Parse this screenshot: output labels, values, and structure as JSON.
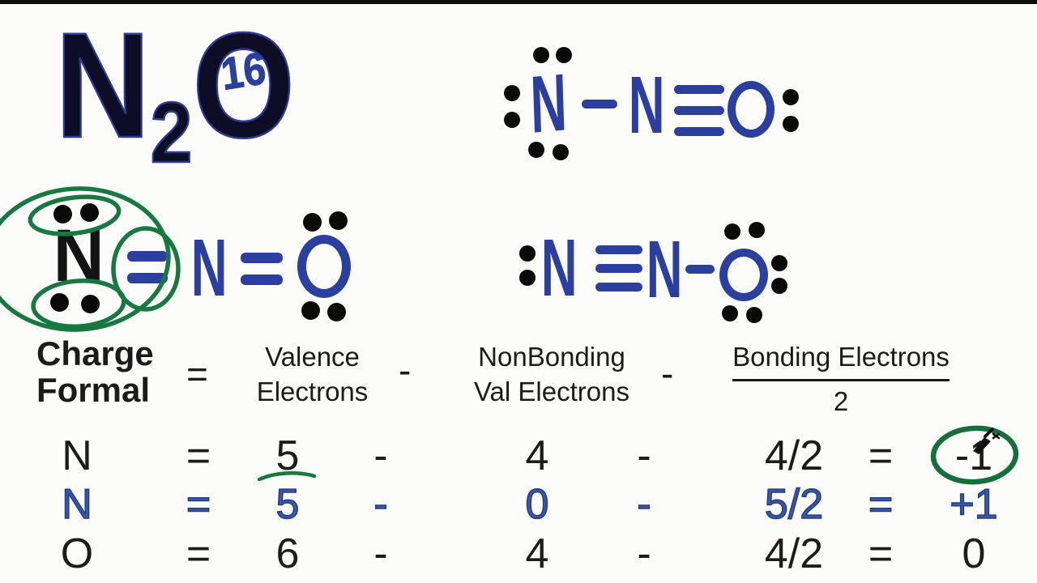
{
  "meta": {
    "description": "Whiteboard chemistry lesson: N2O Lewis structures and formal charge calculations"
  },
  "colors": {
    "background": "#fcfcfb",
    "top_bar": "#0c0c0c",
    "handwriting_blue": "#2b3f9e",
    "annotation_green": "#17793f",
    "typed_black": "#1b1b1b",
    "typed_blue": "#3a57a8",
    "title_ink": "#0d0d26"
  },
  "title": {
    "element1": "N",
    "subscript": "2",
    "element2": "O",
    "valence_electron_count": "16"
  },
  "structures": {
    "top_right": {
      "atom1": "N",
      "atom2": "N",
      "atom3": "O",
      "bond_1_2": "single",
      "bond_2_3": "triple",
      "lone_pairs_atom1": 3,
      "lone_pairs_atom3": 1
    },
    "mid_left": {
      "atom1": "N",
      "atom2": "N",
      "atom3": "O",
      "bond_1_2": "double",
      "bond_2_3": "double",
      "lone_pairs_atom1": 2,
      "lone_pairs_atom3": 2,
      "annotation": "lone pairs of left N and first double bond circled in green ink"
    },
    "mid_right": {
      "atom1": "N",
      "atom2": "N",
      "atom3": "O",
      "bond_1_2": "triple",
      "bond_2_3": "single",
      "lone_pairs_atom1": 1,
      "lone_pairs_atom3": 3
    }
  },
  "formula": {
    "lhs_line1": "Charge",
    "lhs_line2": "Formal",
    "equals": "=",
    "term1_line1": "Valence",
    "term1_line2": "Electrons",
    "minus1": "-",
    "term2_line1": "NonBonding",
    "term2_line2": "Val Electrons",
    "minus2": "-",
    "term3_numerator": "Bonding Electrons",
    "term3_denominator": "2"
  },
  "table": {
    "rows": [
      {
        "element": "N",
        "eq1": "=",
        "valence": "5",
        "minus1": "-",
        "nonbonding": "4",
        "minus2": "-",
        "bonding": "4/2",
        "eq2": "=",
        "result": "-1",
        "ink": "black",
        "annotations": [
          "green underline under valence 5",
          "green circle around result",
          "paintbrush cursor at circle"
        ]
      },
      {
        "element": "N",
        "eq1": "=",
        "valence": "5",
        "minus1": "-",
        "nonbonding": "0",
        "minus2": "-",
        "bonding": "5/2",
        "eq2": "=",
        "result": "+1",
        "ink": "blue"
      },
      {
        "element": "O",
        "eq1": "=",
        "valence": "6",
        "minus1": "-",
        "nonbonding": "4",
        "minus2": "-",
        "bonding": "4/2",
        "eq2": "=",
        "result": "0",
        "ink": "black"
      }
    ]
  },
  "icons": {
    "pen_cursor": "paintbrush-cursor"
  }
}
